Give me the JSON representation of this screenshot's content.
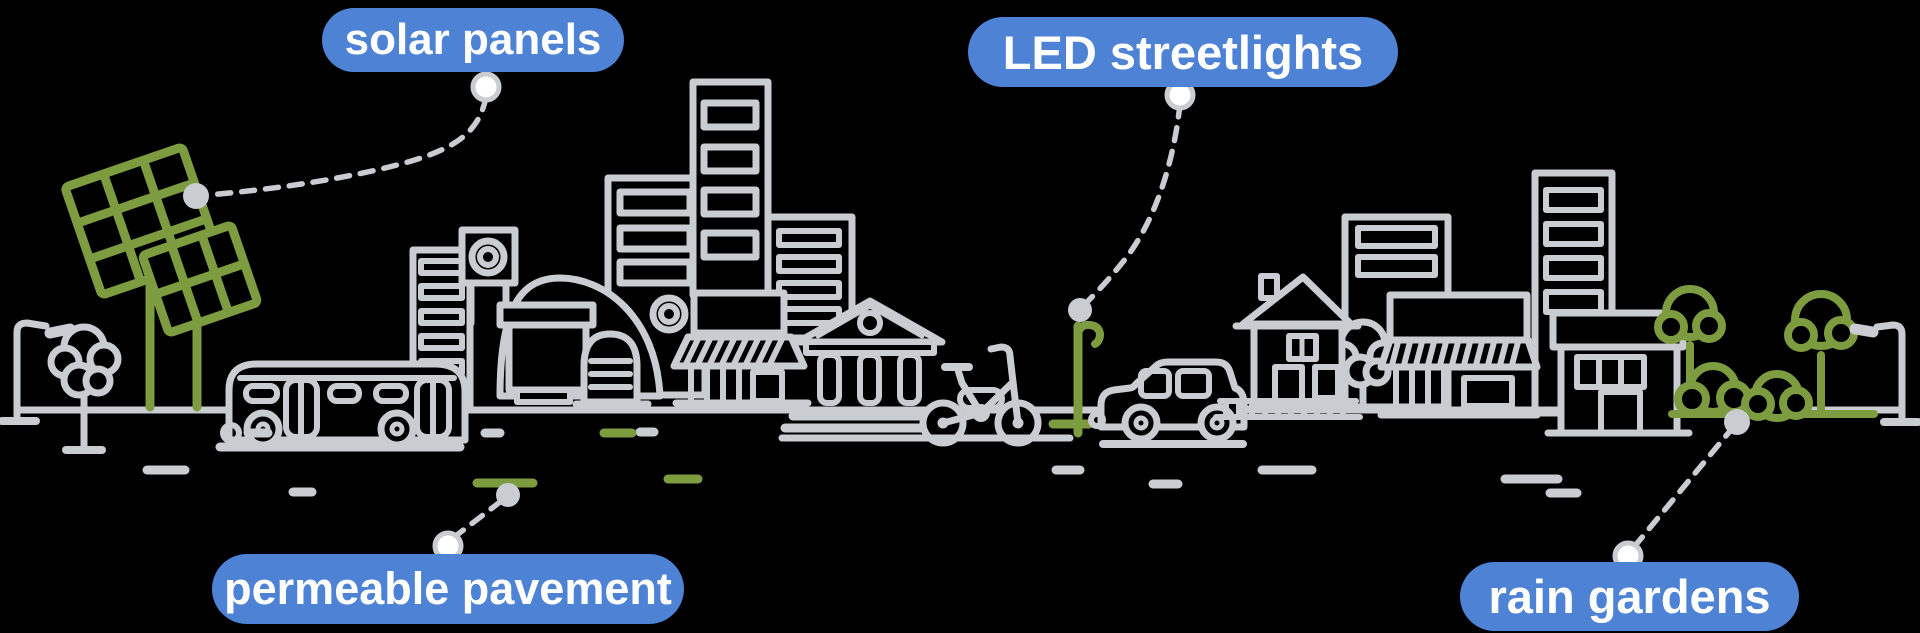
{
  "figure": {
    "type": "annotated-illustration",
    "subject": "sustainable city street scene"
  },
  "callouts": [
    {
      "id": "solar-panels",
      "label": "solar panels"
    },
    {
      "id": "led-streetlights",
      "label": "LED streetlights"
    },
    {
      "id": "permeable-pavement",
      "label": "permeable pavement"
    },
    {
      "id": "rain-gardens",
      "label": "rain gardens"
    }
  ],
  "scene": {
    "objects": [
      "streetlight",
      "tree",
      "solar panel array",
      "city bus",
      "clock tower",
      "arched hall",
      "office towers",
      "storefront with awning",
      "bank with columns",
      "bicycle",
      "LED streetlight",
      "car",
      "house with fence",
      "shops",
      "apartment building",
      "rain garden trees and shrubs",
      "road dashes"
    ]
  },
  "colors": {
    "background": "#000000",
    "label_background": "#4d82d4",
    "label_text": "#ffffff",
    "line_art": "#c9ccd1",
    "eco_accent": "#7d9c40"
  }
}
